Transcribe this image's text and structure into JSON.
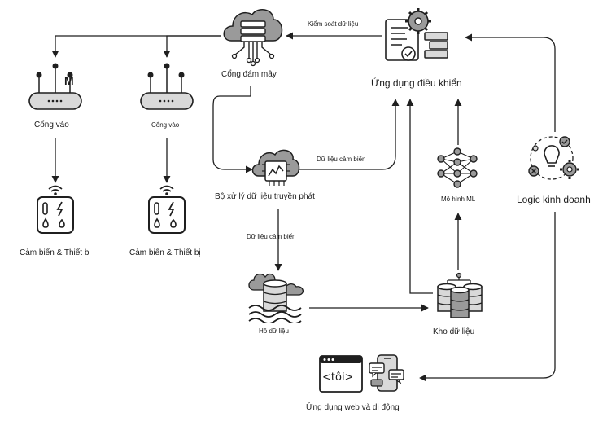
{
  "nodes": {
    "cloud_gateway": "Cổng đám mây",
    "gateway_1": "Cổng vào",
    "gateway_2": "Cổng vào",
    "device_1": "Cảm biến & Thiết bị",
    "device_2": "Cảm biến & Thiết bị",
    "stream_processor": "Bộ xử lý dữ liệu truyền phát",
    "control_app": "Ứng dụng điều khiển",
    "ml_model": "Mô hình ML",
    "business_logic": "Logic kinh doanh",
    "data_lake": "Hồ dữ liệu",
    "data_warehouse": "Kho dữ liệu",
    "web_mobile": "Ứng dụng web và di động"
  },
  "edges": {
    "control_data": "Kiểm soát dữ liệu",
    "sensor_data_top": "Dữ liệu cảm biến",
    "sensor_data_mid": "Dữ liệu cảm biến"
  },
  "icons": {
    "router_mark": "M",
    "web_tag": "<tôi>"
  },
  "colors": {
    "ink": "#1f1f1f",
    "cloud": "#9a9a9a",
    "fill": "#d9d9d9"
  }
}
